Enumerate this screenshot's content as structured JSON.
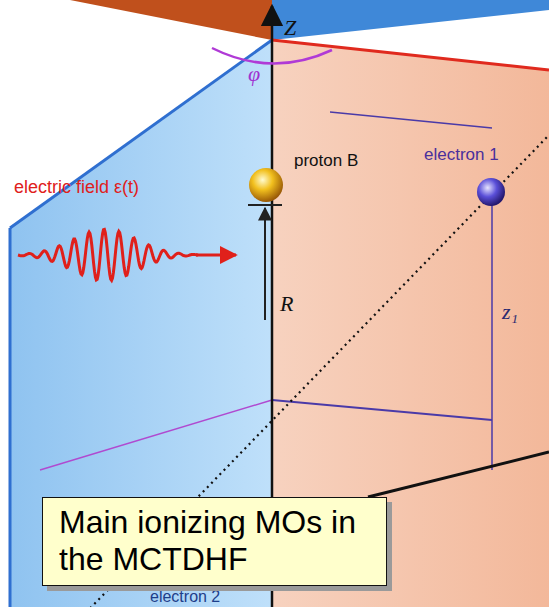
{
  "diagram": {
    "nodes": [
      {
        "text": [
          "Main ionizing MOs in the MCTDHF"
        ]
      }
    ],
    "edges": [],
    "labels": [
      "Z",
      "φ",
      "electron 1",
      "proton B",
      "electric field ε(t)",
      "R",
      "z₁",
      "electron 2"
    ]
  }
}
